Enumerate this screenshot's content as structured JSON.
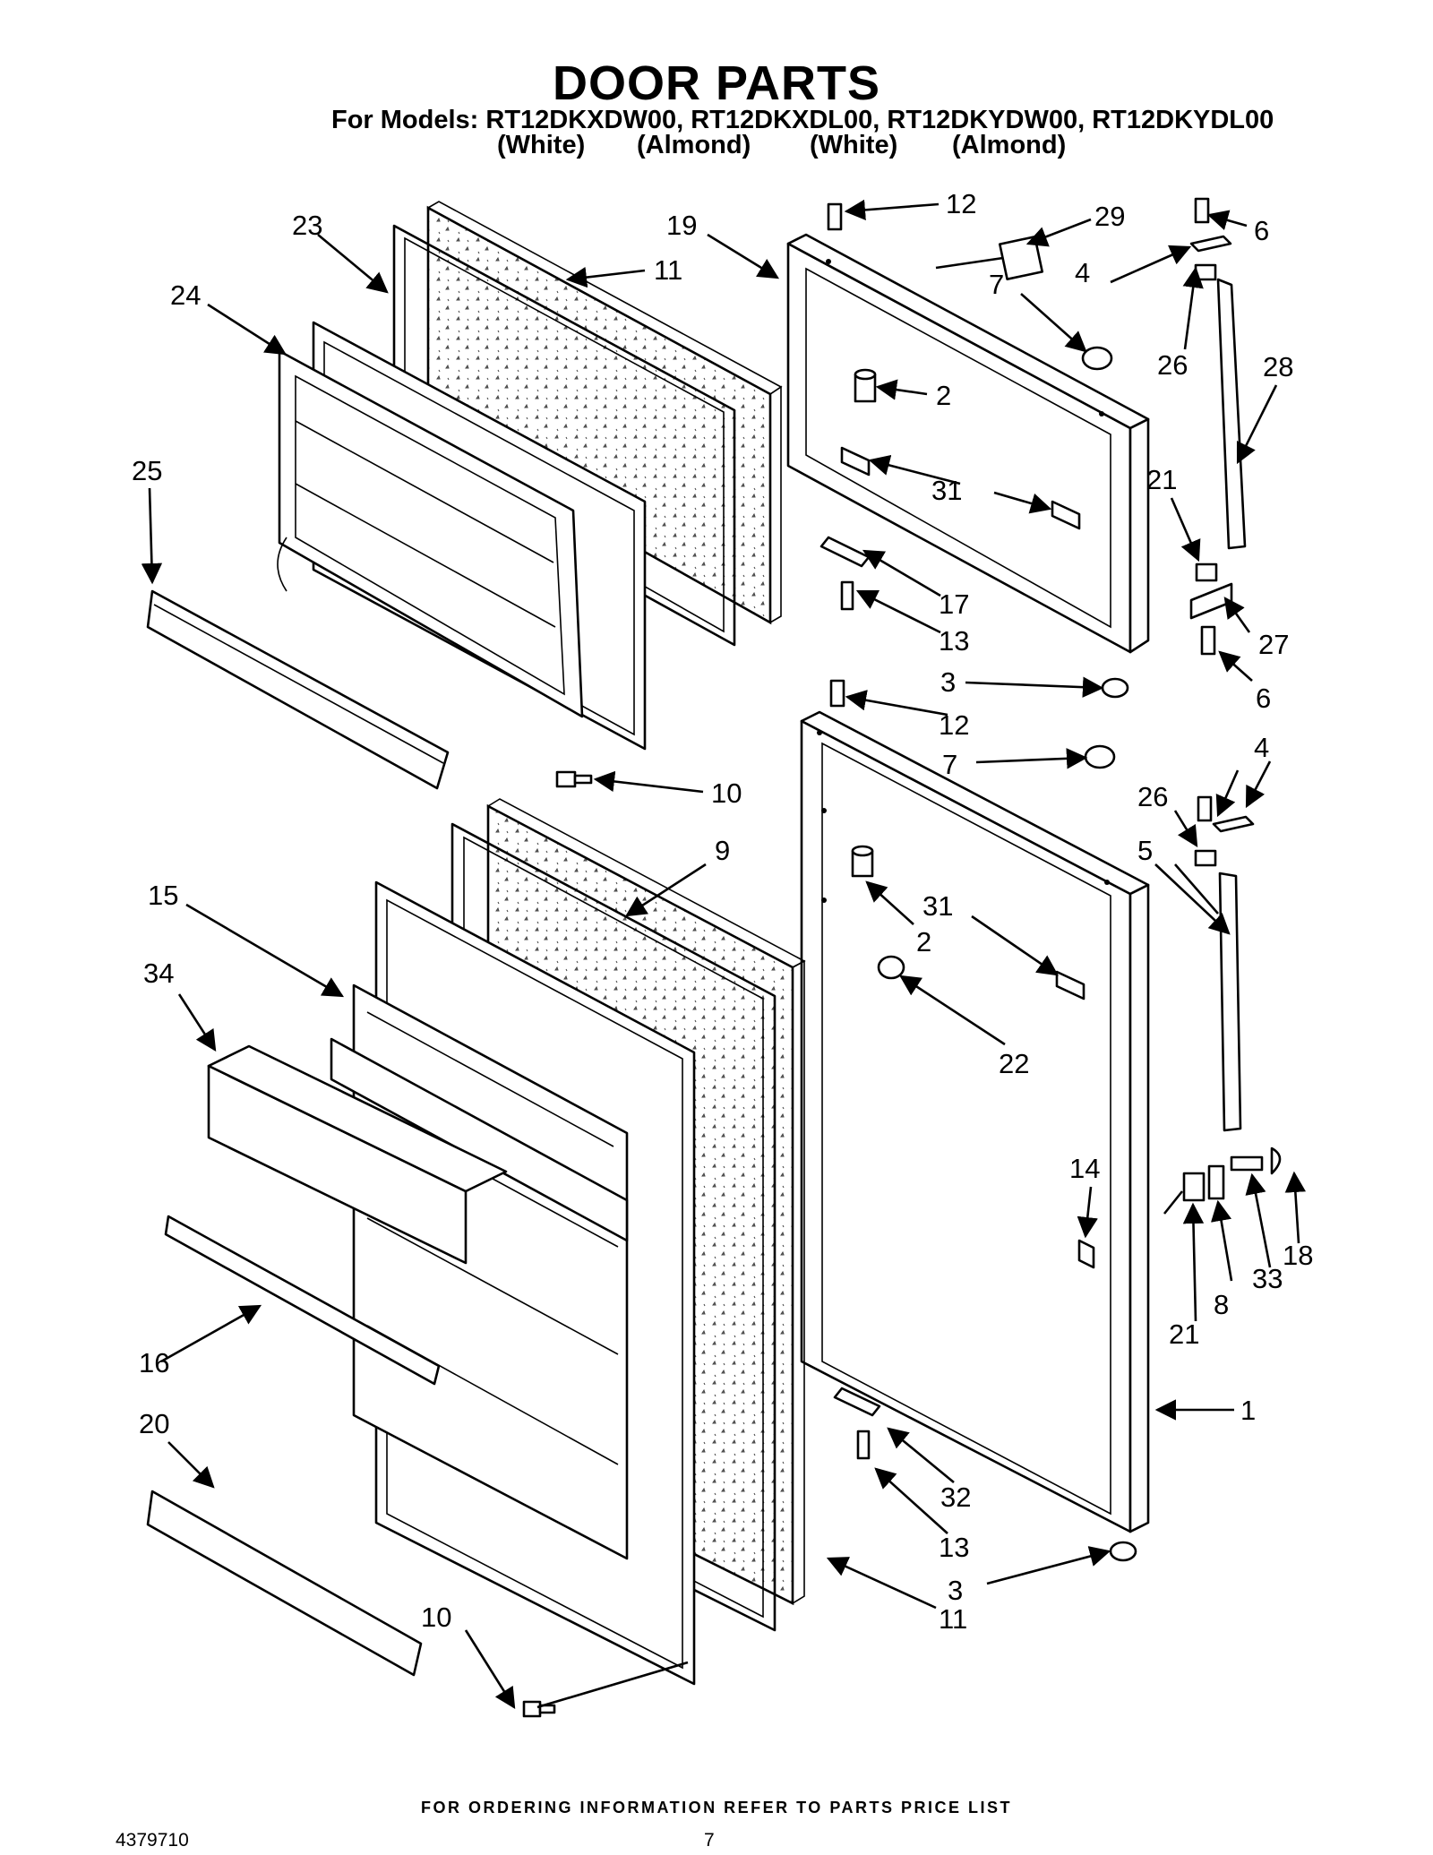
{
  "header": {
    "title": "DOOR PARTS",
    "models_line": "For Models: RT12DKXDW00, RT12DKXDL00, RT12DKYDW00, RT12DKYDL00",
    "colors": [
      "(White)",
      "(Almond)",
      "(White)",
      "(Almond)"
    ]
  },
  "callouts": {
    "upper_door": [
      "23",
      "24",
      "25",
      "11",
      "19",
      "12",
      "29",
      "6",
      "4",
      "7",
      "2",
      "26",
      "28",
      "31",
      "21",
      "17",
      "13",
      "27",
      "3",
      "6",
      "10"
    ],
    "lower_door": [
      "12",
      "4",
      "7",
      "26",
      "5",
      "9",
      "15",
      "34",
      "31",
      "2",
      "22",
      "14",
      "18",
      "33",
      "8",
      "21",
      "16",
      "20",
      "1",
      "32",
      "13",
      "10",
      "3",
      "11"
    ]
  },
  "footer": {
    "note": "FOR ORDERING INFORMATION REFER TO PARTS PRICE LIST",
    "document_number": "4379710",
    "page_number": "7"
  }
}
